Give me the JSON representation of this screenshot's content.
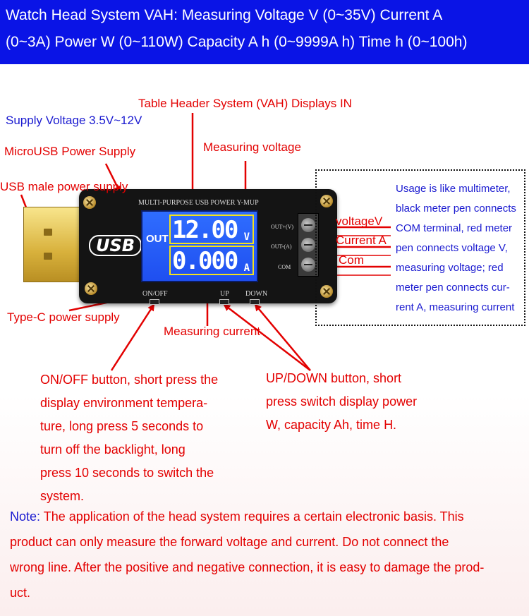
{
  "banner": {
    "line1": "Watch Head System VAH: Measuring Voltage V (0~35V) Current A",
    "line2": "(0~3A) Power W (0~110W) Capacity A h (0~9999A h) Time h (0~100h)"
  },
  "labels": {
    "table_header": "Table Header System (VAH) Displays IN",
    "supply_voltage": "Supply Voltage 3.5V~12V",
    "microusb": "MicroUSB Power Supply",
    "measuring_voltage": "Measuring voltage",
    "usb_male": "USB male power supply",
    "typec": "Type-C power supply",
    "measuring_current": "Measuring current",
    "voltageV": "voltageV",
    "currentA": "Current A",
    "com": "Com"
  },
  "usage_box": {
    "lines": [
      "Usage is like multimeter,",
      "black meter pen connects",
      "COM terminal, red meter",
      "pen connects voltage V,",
      "measuring voltage; red",
      "meter pen connects cur-",
      "rent A, measuring current"
    ]
  },
  "onoff_note": {
    "lines": [
      "ON/OFF button, short press the",
      "display environment tempera-",
      "ture, long press 5 seconds to",
      "turn off the backlight, long",
      "press 10 seconds to switch the",
      "system."
    ]
  },
  "updown_note": {
    "lines": [
      "UP/DOWN button, short",
      "press switch display power",
      "W, capacity Ah, time H."
    ]
  },
  "note": {
    "prefix": "Note:",
    "lines": [
      " The application of the head system requires a certain electronic basis. This",
      "product can only measure the forward voltage and current. Do not connect the",
      "wrong line. After the positive and negative connection, it is easy to damage the prod-",
      "uct."
    ]
  },
  "device": {
    "silkscreen_title": "MULTI-PURPOSE USB POWER      Y-MUP",
    "usb_logo": "USB",
    "out_label": "OUT",
    "voltage_reading": "12.00",
    "voltage_unit": "V",
    "current_reading": "0.000",
    "current_unit": "A",
    "terminal_labels": [
      "OUT+(V)",
      "OUT-(A)",
      "COM"
    ],
    "button_labels": [
      "ON/OFF",
      "UP",
      "DOWN"
    ]
  },
  "colors": {
    "banner_bg": "#0a14e6",
    "annotation_red": "#e30000",
    "annotation_blue": "#1a1ad0",
    "lcd_blue": "#2a60fa",
    "readout_frame": "#f4e21a"
  }
}
